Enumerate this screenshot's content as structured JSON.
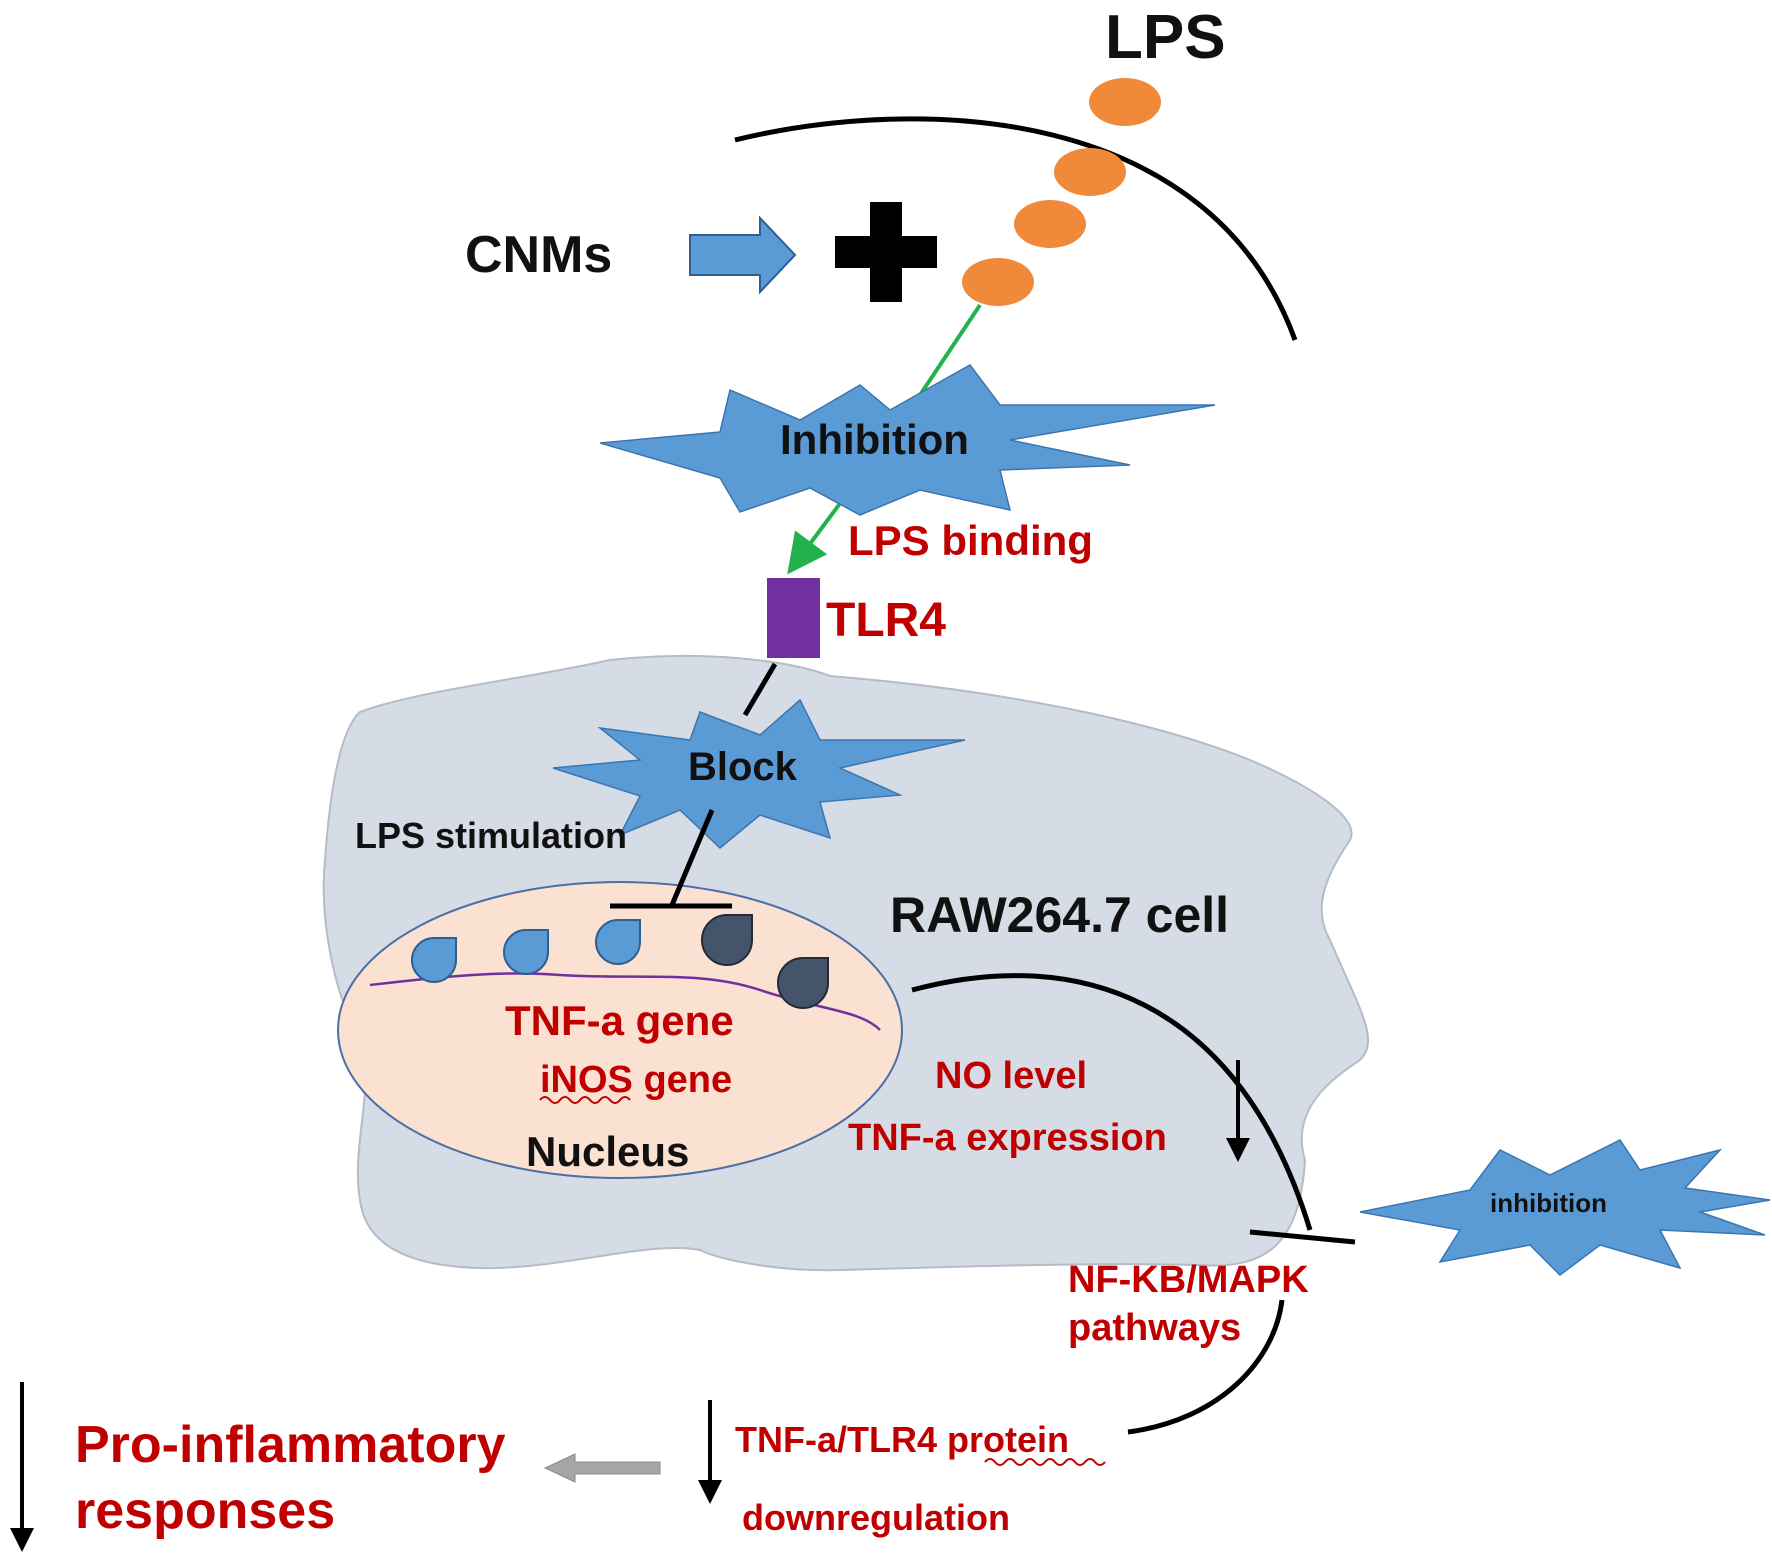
{
  "colors": {
    "red": "#c00000",
    "black": "#111111",
    "lps_orange": "#f08a3a",
    "starburst_blue": "#5b9bd5",
    "cell_gray": "#d6dce6",
    "nucleus_pink": "#fbe1d1",
    "tlr4_purple": "#7030a0",
    "green_line": "#22b14c",
    "dark_drop": "#44546a",
    "gray_arrow": "#a6a6a6",
    "dna_purple": "#7030a0"
  },
  "labels": {
    "lps": "LPS",
    "cnms": "CNMs",
    "inhibition_top": "Inhibition",
    "lps_binding": "LPS binding",
    "tlr4": "TLR4",
    "block": "Block",
    "lps_stimulation": "LPS stimulation",
    "raw_cell": "RAW264.7 cell",
    "tnf_gene": "TNF-a gene",
    "inos_gene": "iNOS gene",
    "nucleus": "Nucleus",
    "no_level": "NO level",
    "tnf_expression": "TNF-a expression",
    "inhibition_right": "inhibition",
    "pathways_line1": "NF-KB/MAPK",
    "pathways_line2": "pathways",
    "protein": "TNF-a/TLR4 protein",
    "downregulation": "downregulation",
    "pro_inflammatory_line1": "Pro-inflammatory",
    "pro_inflammatory_line2": "responses"
  },
  "icons": {
    "plus": "plus-icon",
    "arrow_right": "block-arrow-right-icon",
    "arrow_left": "block-arrow-left-icon",
    "arrow_down": "down-arrow-icon",
    "inhibit": "inhibition-bar-icon"
  }
}
